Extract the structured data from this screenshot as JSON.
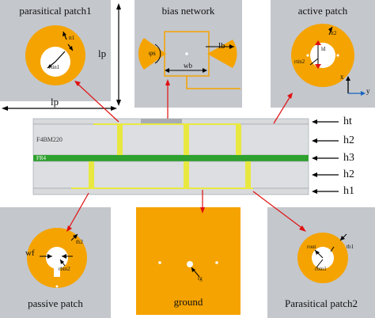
{
  "panels": {
    "parasitical_patch1": {
      "title": "parasitical patch1",
      "tt1": "tt1",
      "rtin1": "rtin1",
      "lp_vertical": "lp",
      "lp_horizontal": "lp"
    },
    "bias_network": {
      "title": "bias network",
      "phi": "φs",
      "lb": "lb",
      "wb": "wb"
    },
    "active_patch": {
      "title": "active patch",
      "tt2": "tt2",
      "ld": "ld",
      "rtin2": "rtin2",
      "axis_x": "x",
      "axis_y": "y"
    },
    "passive_patch": {
      "title": "passive patch",
      "wf": "wf",
      "tb2": "tb2",
      "rbin2": "rbin2"
    },
    "ground": {
      "title": "ground",
      "rg": "rg"
    },
    "parasitical_patch2": {
      "title": "Parasitical patch2",
      "rout": "rout",
      "tb1": "tb1",
      "rbin1": "rbin1"
    }
  },
  "stack": {
    "layers": [
      "F4BM220",
      "FR4"
    ],
    "heights": [
      "ht",
      "h2",
      "h3",
      "h2",
      "h1"
    ]
  },
  "colors": {
    "orange": "#f5a300",
    "panel_gray": "#c4c7cc",
    "red_arrow": "#e01010",
    "fr4_green": "#2ea12e",
    "via_yellow": "#e8e840"
  }
}
